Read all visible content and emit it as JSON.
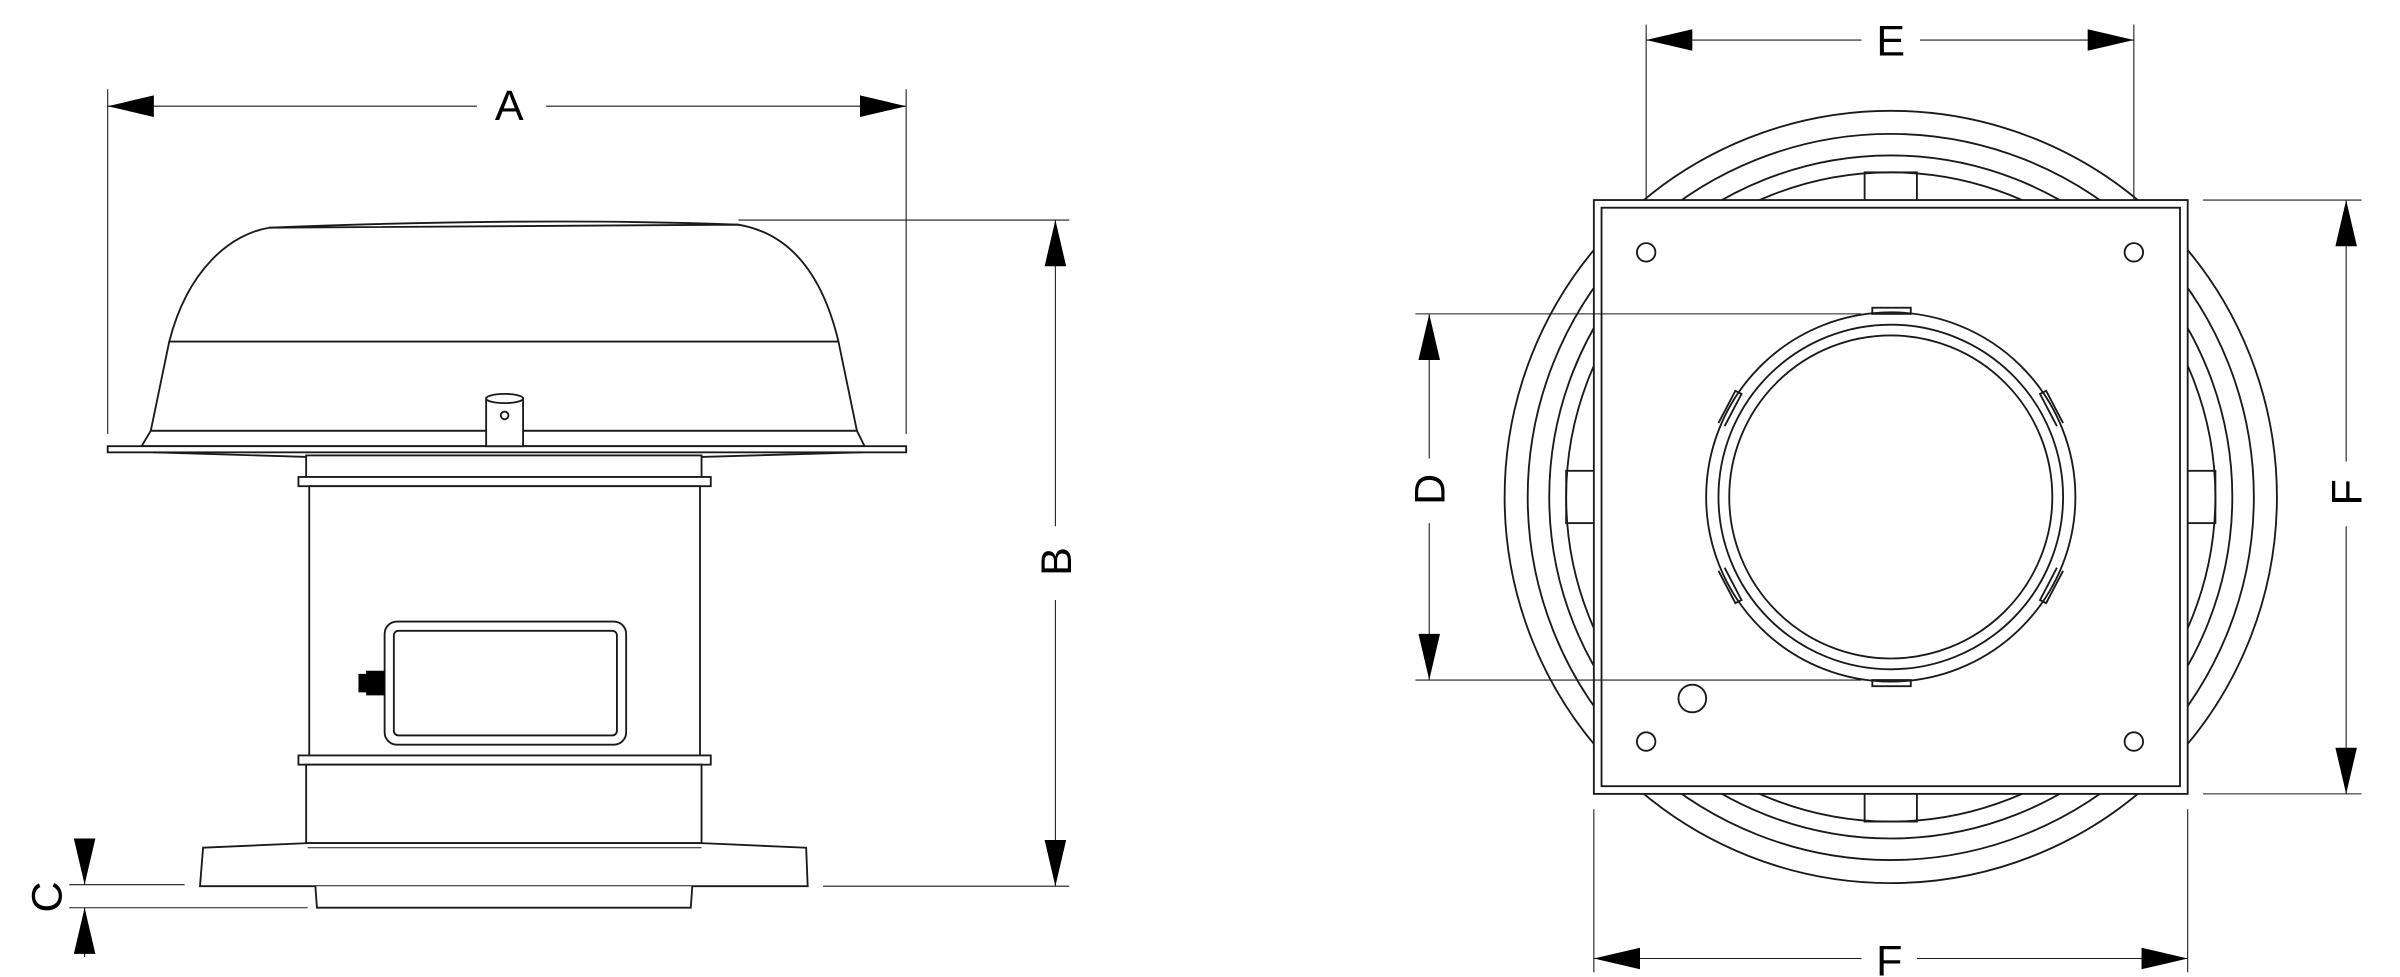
{
  "labels": {
    "a": "A",
    "b": "B",
    "c": "C",
    "d": "D",
    "e": "E",
    "f_right": "F",
    "f_bottom": "F"
  }
}
